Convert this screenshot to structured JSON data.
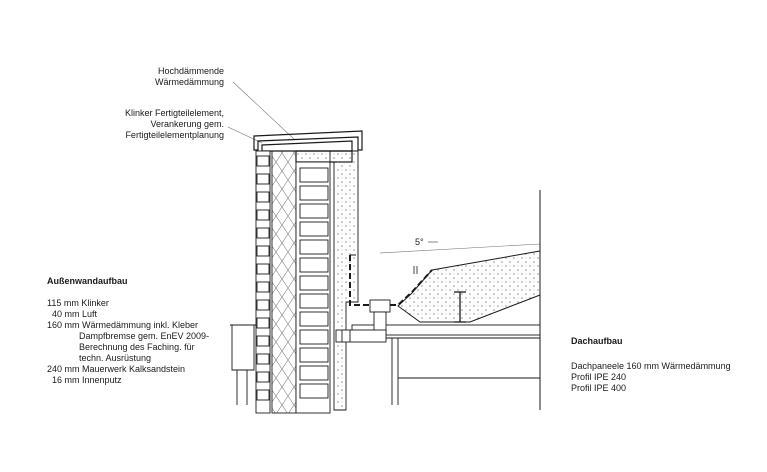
{
  "top_labels": {
    "insulation_line1": "Hochdämmende",
    "insulation_line2": "Wärmedämmung",
    "precast_line1": "Klinker Fertigteilelement,",
    "precast_line2": "Verankerung gem.",
    "precast_line3": "Fertigteilelementplanung"
  },
  "roof_slope": "5°",
  "wall_build_up": {
    "title": "Außenwandaufbau",
    "lines": [
      "115 mm Klinker",
      "  40 mm Luft",
      "160 mm Wärmedämmung inkl. Kleber",
      "Dampfbremse gem. EnEV 2009-",
      "Berechnung des Faching. für",
      "techn. Ausrüstung",
      "240 mm Mauerwerk Kalksandstein",
      "  16 mm Innenputz"
    ]
  },
  "roof_build_up": {
    "title": "Dachaufbau",
    "lines": [
      "Dachpaneele 160 mm Wärmedämmung",
      "Profil IPE 240",
      "Profil IPE 400"
    ]
  },
  "colors": {
    "line": "#1a1a1a",
    "hatch": "#444444"
  }
}
